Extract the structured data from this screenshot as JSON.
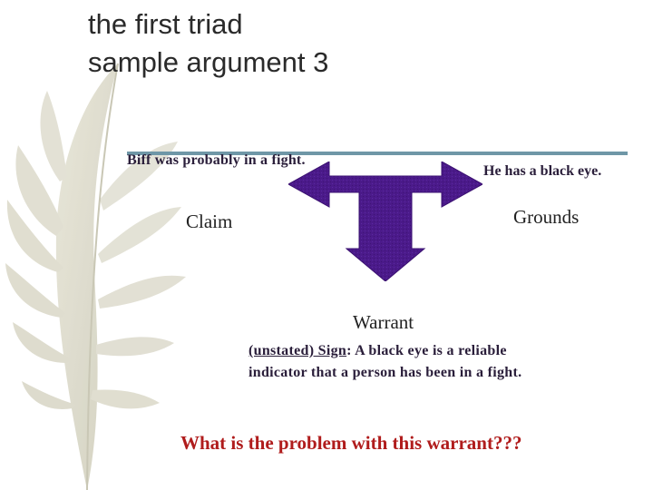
{
  "slide": {
    "title_line1": "the first triad",
    "title_line2": "sample argument 3"
  },
  "diagram": {
    "claim_text": "Biff was probably in a fight.",
    "grounds_text": "He has a black eye.",
    "claim_label": "Claim",
    "grounds_label": "Grounds",
    "warrant_label": "Warrant",
    "warrant_type": "(unstated) Sign",
    "warrant_rest": ": A black eye is a reliable indicator that a person has been in a fight.",
    "question": "What is the problem with this warrant???"
  },
  "colors": {
    "arrow_fill": "#4b1a8a",
    "rule": "#6f97a7",
    "question": "#b01c1c",
    "feather": "#d8d6c6"
  },
  "icons": {
    "background": "feather-icon",
    "diagram": "three-way-arrow-icon"
  }
}
